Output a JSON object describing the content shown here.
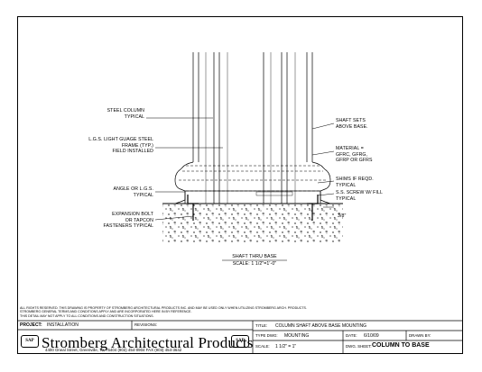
{
  "drawing": {
    "labels": {
      "steel_column": "STEEL COLUMN\nTYPICAL",
      "lgs_frame": "L.G.S. LIGHT GUAGE STEEL\nFRAME (TYP.)\nFIELD INSTALLED",
      "angle": "ANGLE OR L.G.S.\nTYPICAL",
      "expansion_bolt": "EXPANSION BOLT\nOR TAPCON\nFASTENERS TYPICAL",
      "shaft_sets": "SHAFT SETS\nABOVE BASE.",
      "material": "MATERIAL =\nGFRC, GFRG,\nGFRP OR GFRS",
      "shims": "SHIMS IF REQD.\nTYPICAL",
      "ss_screw": "S.S. SCREW W/ FILL\nTYPICAL",
      "dimension": "3/8\""
    },
    "detail_title": "SHAFT THRU BASE",
    "detail_scale": "SCALE: 1 1/2\"=1'-0\""
  },
  "notes": "ALL RIGHTS RESERVED. THIS DRAWING IS PROPERTY OF STROMBERG ARCHITECTURAL PRODUCTS INC. AND MAY BE USED ONLY WHEN UTILIZING STROMBERG ARCH. PRODUCTS.\nSTROMBERG GENERAL TERMS AND CONDITIONS APPLY AND ARE INCORPORATED HERE IN BY REFERENCE.\nTHIS DETAIL MAY NOT APPLY TO ALL CONDITIONS AND CONSTRUCTION SITUATIONS.",
  "title_block": {
    "project_label": "PROJECT:",
    "project_value": "INSTALLATION",
    "revisions_label": "REVISIONS:",
    "title_label": "TITLE:",
    "title_value": "COLUMN SHAFT ABOVE BASE MOUNTING",
    "type_label": "TYPE DWG:",
    "type_value": "MOUNTING",
    "date_label": "DATE:",
    "date_value": "6/10/09",
    "drawn_label": "DRAWN BY:",
    "drawn_value": "",
    "scale_label": "SCALE:",
    "scale_value": "1 1/2\" = 1\"",
    "sheet_label": "DWG. SHEET:",
    "sheet_value": "COLUMN TO BASE",
    "company": "Stromberg Architectural Products",
    "address": "4400 Oneal Street, Greenville, TX 75404   (903) 454-0904   FAX (903) 454-3642",
    "logo_text": "SAP"
  }
}
